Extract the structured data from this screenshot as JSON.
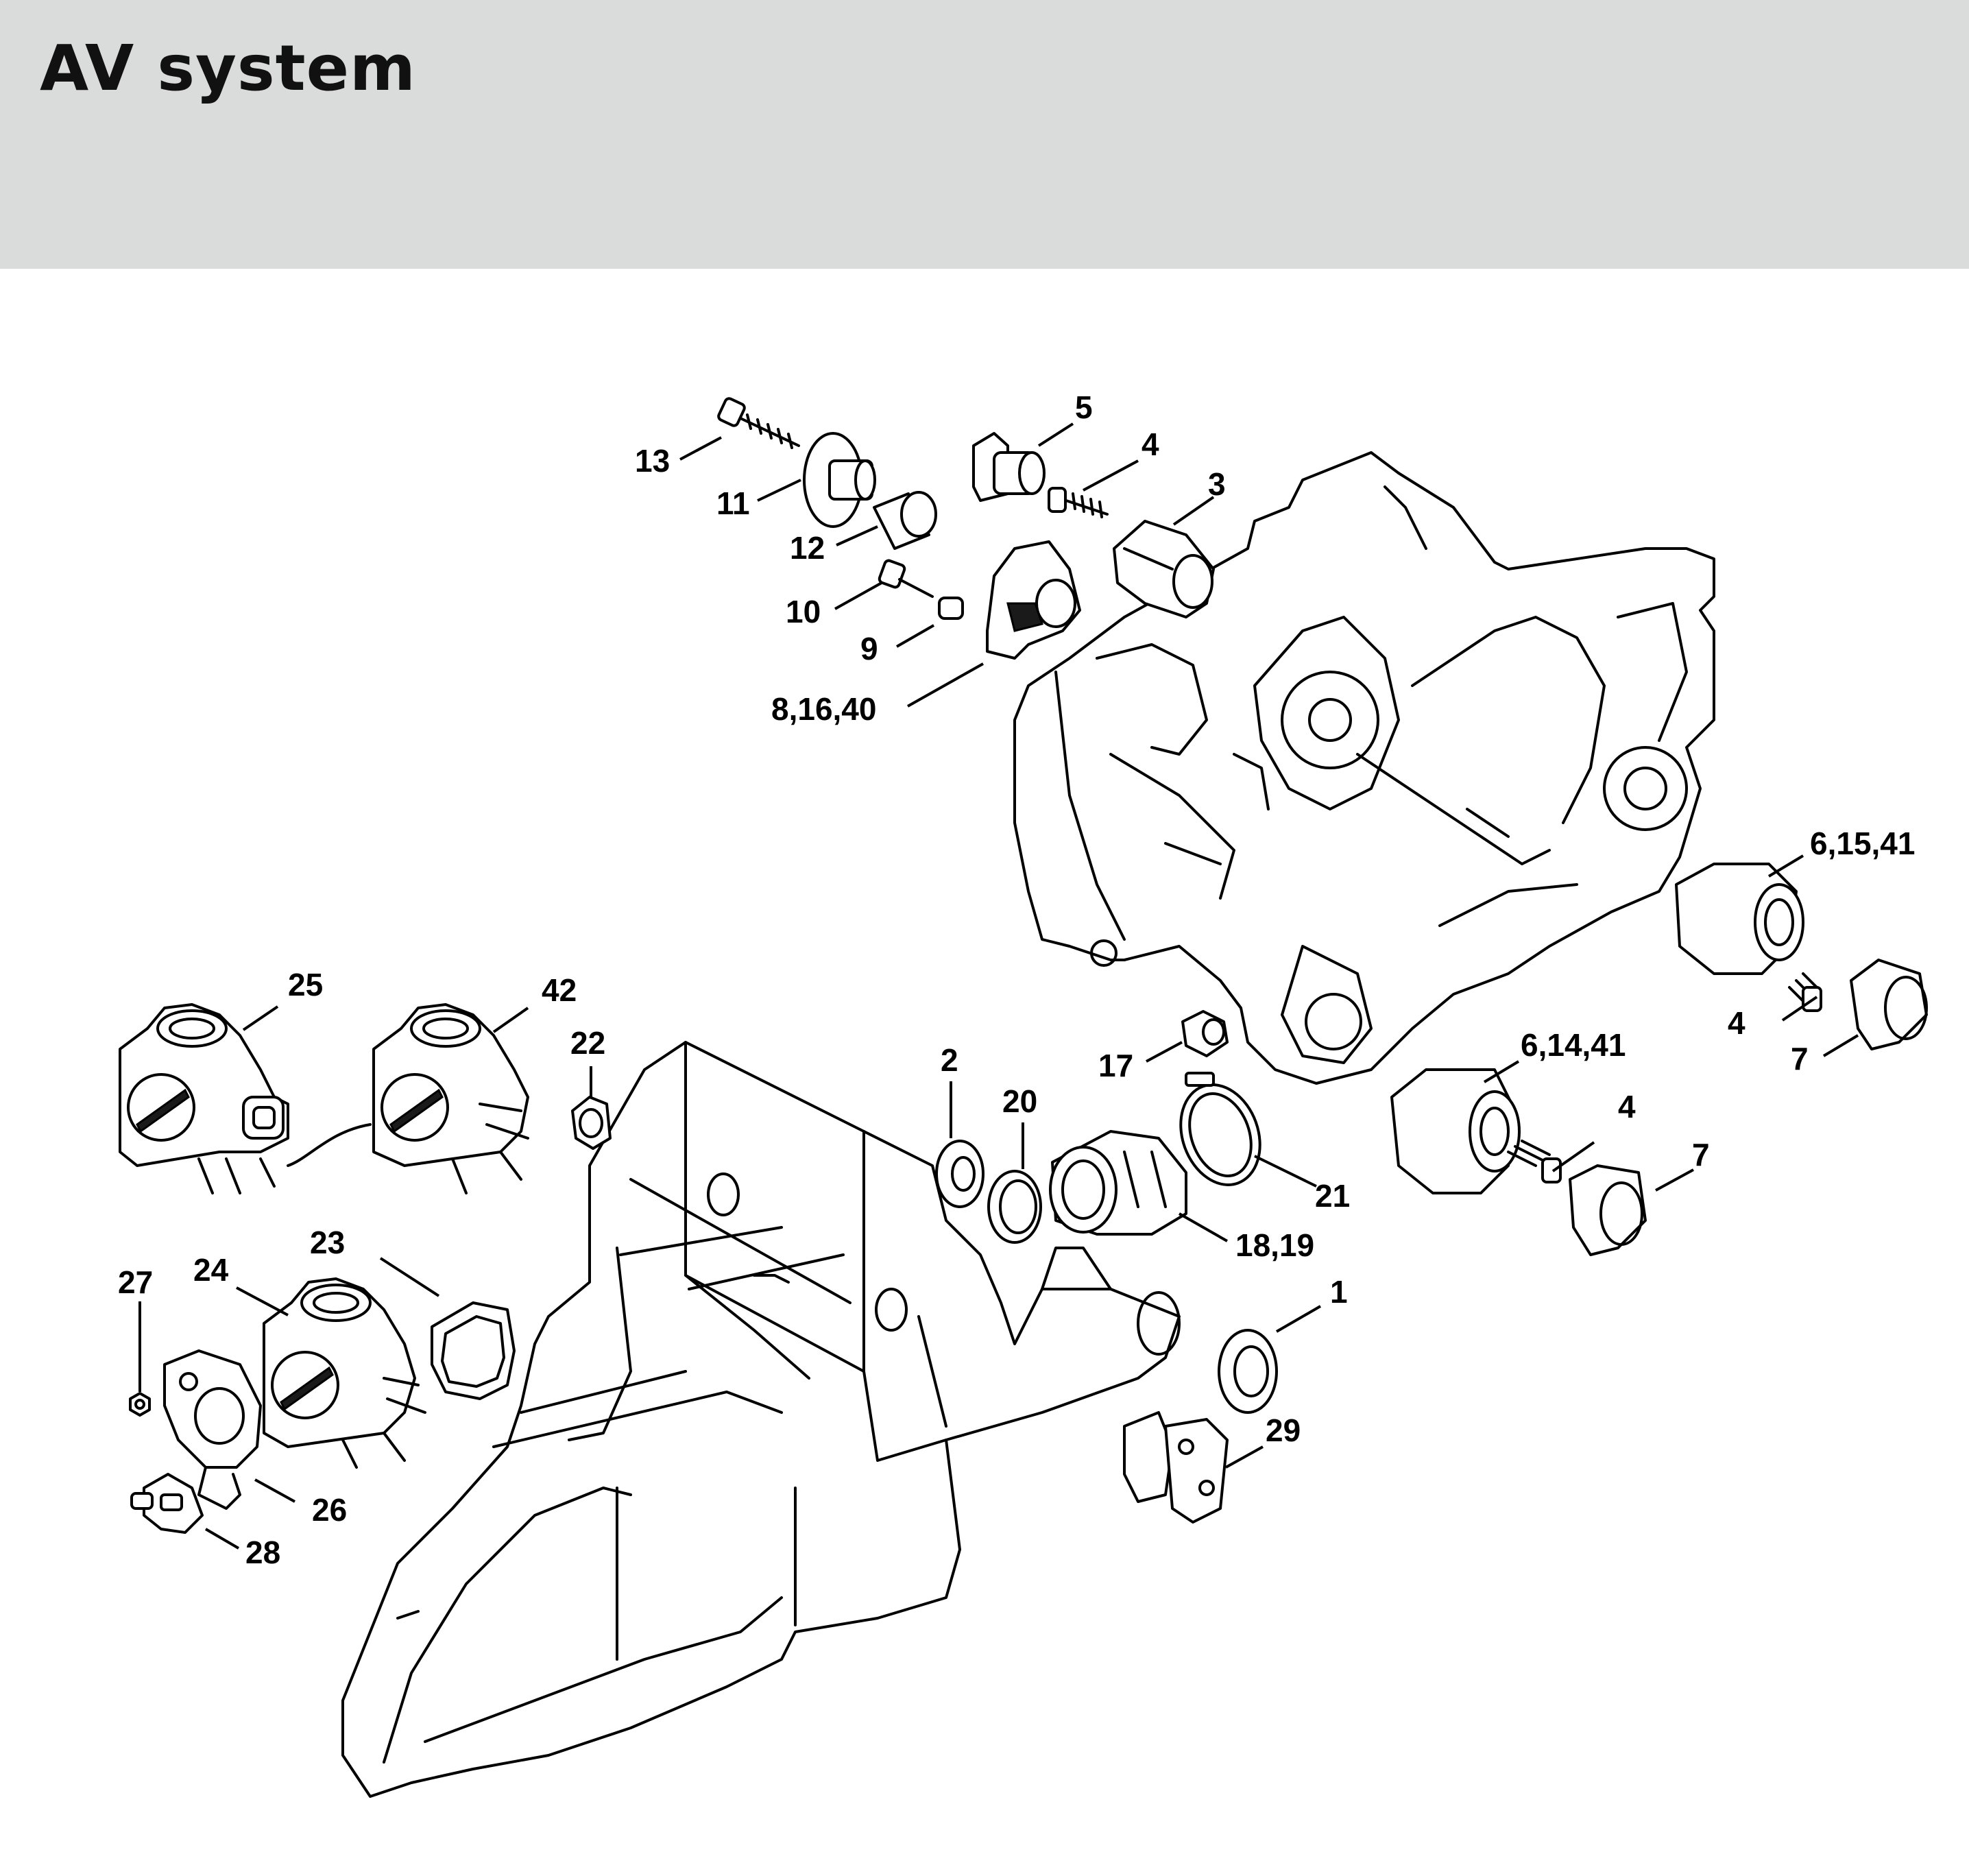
{
  "header": {
    "title": "AV system",
    "background_color": "#dadcdb"
  },
  "diagram": {
    "callouts": [
      {
        "id": "c13",
        "label": "13"
      },
      {
        "id": "c11",
        "label": "11"
      },
      {
        "id": "c12",
        "label": "12"
      },
      {
        "id": "c10",
        "label": "10"
      },
      {
        "id": "c9",
        "label": "9"
      },
      {
        "id": "c8",
        "label": "8,16,40"
      },
      {
        "id": "c5",
        "label": "5"
      },
      {
        "id": "c4a",
        "label": "4"
      },
      {
        "id": "c3",
        "label": "3"
      },
      {
        "id": "c6a",
        "label": "6,15,41"
      },
      {
        "id": "c4b",
        "label": "4"
      },
      {
        "id": "c7a",
        "label": "7"
      },
      {
        "id": "c6b",
        "label": "6,14,41"
      },
      {
        "id": "c4c",
        "label": "4"
      },
      {
        "id": "c7b",
        "label": "7"
      },
      {
        "id": "c25",
        "label": "25"
      },
      {
        "id": "c42",
        "label": "42"
      },
      {
        "id": "c22",
        "label": "22"
      },
      {
        "id": "c2",
        "label": "2"
      },
      {
        "id": "c20",
        "label": "20"
      },
      {
        "id": "c17",
        "label": "17"
      },
      {
        "id": "c21",
        "label": "21"
      },
      {
        "id": "c18",
        "label": "18,19"
      },
      {
        "id": "c1",
        "label": "1"
      },
      {
        "id": "c29",
        "label": "29"
      },
      {
        "id": "c23",
        "label": "23"
      },
      {
        "id": "c24",
        "label": "24"
      },
      {
        "id": "c27",
        "label": "27"
      },
      {
        "id": "c26",
        "label": "26"
      },
      {
        "id": "c28",
        "label": "28"
      }
    ]
  }
}
